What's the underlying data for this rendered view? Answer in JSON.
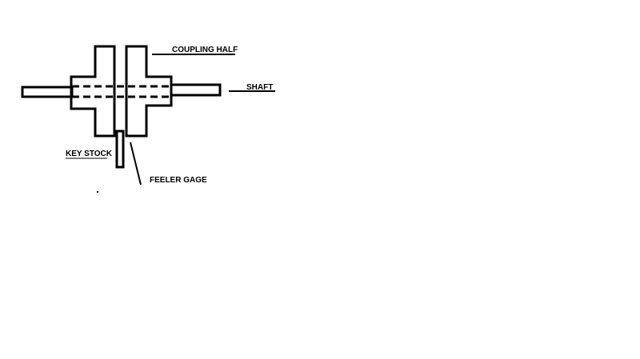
{
  "labels": {
    "coupling_half": "COUPLING HALF",
    "shaft": "SHAFT",
    "key_stock": "KEY STOCK",
    "feeler_gage": "FEELER GAGE"
  },
  "colors": {
    "line": "#000000",
    "background": "#ffffff"
  }
}
